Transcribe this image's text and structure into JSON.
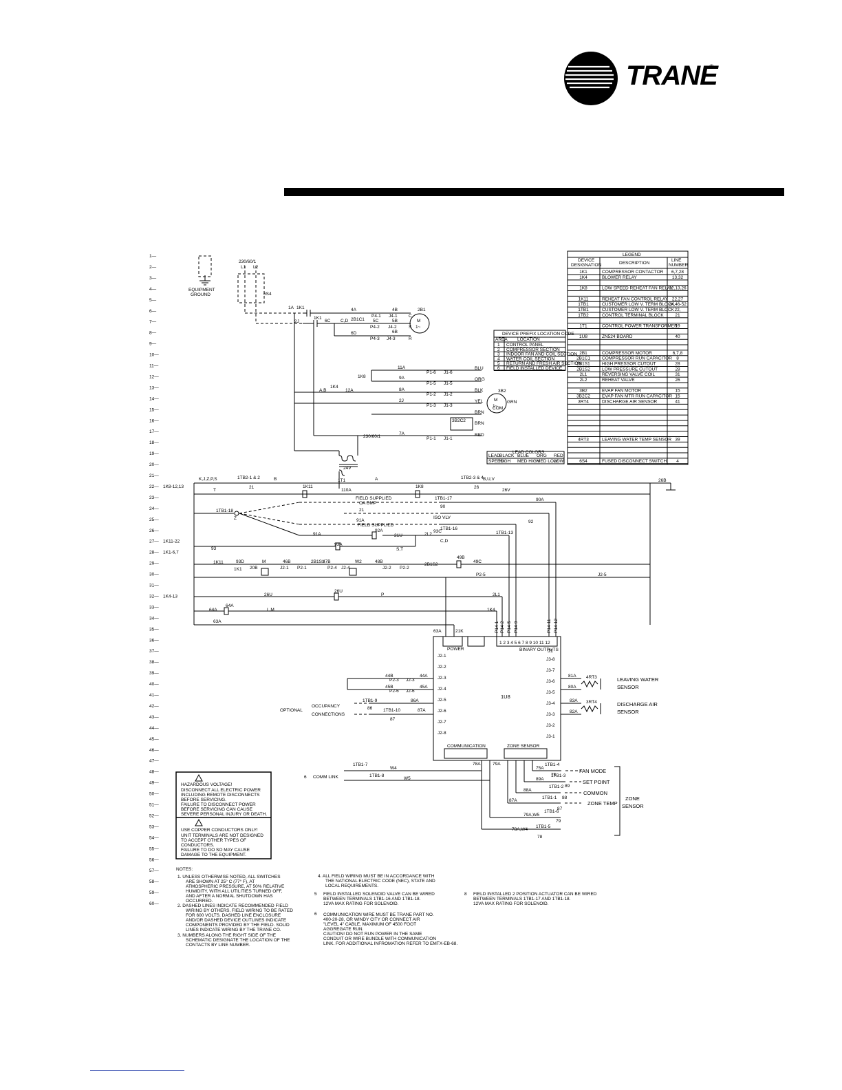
{
  "brand": {
    "name": "TRANE",
    "reg_mark": "®",
    "colors": {
      "logo": "#000000",
      "rule": "#000000",
      "footer_link": "#4a5fb8"
    }
  },
  "line_numbers": [
    "1",
    "2",
    "3",
    "4",
    "5",
    "6",
    "7",
    "8",
    "9",
    "10",
    "11",
    "12",
    "13",
    "14",
    "15",
    "16",
    "17",
    "18",
    "19",
    "20",
    "21",
    "22",
    "23",
    "24",
    "25",
    "26",
    "27",
    "28",
    "29",
    "30",
    "31",
    "32",
    "33",
    "34",
    "35",
    "36",
    "37",
    "38",
    "39",
    "40",
    "41",
    "42",
    "43",
    "44",
    "45",
    "46",
    "47",
    "48",
    "49",
    "50",
    "51",
    "52",
    "53",
    "54",
    "55",
    "56",
    "57",
    "58",
    "59",
    "60"
  ],
  "line_refs": [
    {
      "line": "22",
      "text": "1K8-12,13"
    },
    {
      "line": "27",
      "text": "1K11-22"
    },
    {
      "line": "28",
      "text": "1K1-6,7"
    },
    {
      "line": "32",
      "text": "1K4-13"
    }
  ],
  "power": {
    "supply": "230/60/1",
    "l1": "L1",
    "l2": "L2",
    "disconnect": "6S4",
    "ground": "EQUIPMENT GROUND",
    "transformer_in": "230/60/1",
    "transformer_out": "24V",
    "transformer": "1T1"
  },
  "labels": {
    "wires": [
      "1A",
      "1K1",
      "4A",
      "4B",
      "2B1",
      "M",
      "P4-1",
      "J4-1",
      "C",
      "2J",
      "1K1",
      "6C",
      "C,D",
      "2B1C1",
      "5C",
      "5B",
      "P4-2",
      "J4-2",
      "S",
      "6D",
      "6B",
      "P4-3",
      "J4-3",
      "R",
      "11A",
      "P1-6",
      "J1-6",
      "BLU",
      "1K8",
      "9A",
      "P1-5",
      "J1-5",
      "ORG",
      "A,B",
      "1K4",
      "12A",
      "8A",
      "P1-2",
      "J1-2",
      "BLK",
      "3B2",
      "2J",
      "YEL",
      "P1-3",
      "J1-3",
      "BRN",
      "3B2C2",
      "BRN",
      "7A",
      "P1-1",
      "J1-1",
      "RED",
      "GRN",
      "COM"
    ],
    "ctrl": [
      "K,J,Z,P,S",
      "1TB2-1 & 2",
      "B",
      "21",
      "A",
      "1TB2-3 & 4",
      "B,U,V",
      "26",
      "26B",
      "T",
      "1K11",
      "110A",
      "1K8",
      "26V",
      "FIELD SUPPLIED",
      "OA DMP",
      "1TB1-17",
      "90",
      "90A",
      "1TB1-18",
      "Z",
      "21",
      "91A",
      "FIELD SUPPLIED",
      "ISO VLV",
      "1TB1-16",
      "92",
      "91A",
      "92A",
      "21U",
      "2L2",
      "93C",
      "C,D",
      "1TB1-13",
      "93",
      "93A",
      "S,T",
      "1K11",
      "93D",
      "M",
      "46B",
      "2B1S1",
      "47B",
      "W2",
      "48B",
      "2B1S2",
      "49B",
      "49C",
      "1K1",
      "20B",
      "J2-1",
      "P2-1",
      "P2-4",
      "J2-4",
      "J2-2",
      "P2-2",
      "P2-5",
      "J2-5",
      "26U",
      "26U",
      "P",
      "2L1",
      "64A",
      "64A",
      "L,M",
      "1K4",
      "63A",
      "63A",
      "21K",
      "26U",
      "21K"
    ]
  },
  "board": {
    "name": "1U8",
    "j1": "J1",
    "j1_pins": "1 2 3 4 5 6 7 8 9 10 11 12",
    "power_label": "POWER",
    "j1_label": "BINARY OUTPUTS",
    "comm_label": "COMMUNICATION",
    "zone_label": "ZONE SENSOR",
    "j2": [
      "J2-1",
      "J2-2",
      "J2-3",
      "J2-4",
      "J2-5",
      "J2-6",
      "J2-7",
      "J2-8"
    ],
    "j3": [
      "J3-8",
      "J3-7",
      "J3-6",
      "J3-5",
      "J3-4",
      "J3-3",
      "J3-2",
      "J3-1"
    ],
    "p14": [
      "P14-1",
      "P14-2",
      "P14-5",
      "P14-9",
      "P14-11",
      "P14-12"
    ]
  },
  "inputs": {
    "w44": "44B",
    "p23": "P2-3",
    "j23": "J2-3",
    "w44a": "44A",
    "w45": "45B",
    "p26": "P2-6",
    "j26": "J2-6",
    "w45a": "45A",
    "tb19": "1TB1-9",
    "n86": "86",
    "w86a": "86A",
    "tb110": "1TB1-10",
    "n87": "87",
    "w87a": "87A",
    "optional": "OPTIONAL",
    "occ1": "OCCUPANCY",
    "occ2": "CONNECTIONS"
  },
  "sensors": {
    "w81a": "81A",
    "w80a": "80A",
    "lwt": "4RT3",
    "lwt_label1": "LEAVING WATER",
    "lwt_label2": "SENSOR",
    "w83a": "83A",
    "w82a": "82A",
    "dat": "3RT4",
    "dat_label1": "DISCHARGE AIR",
    "dat_label2": "SENSOR"
  },
  "zone": {
    "tb17": "1TB1-7",
    "w4": "W4",
    "tb18": "1TB1-8",
    "w5": "W5",
    "comm_link": "COMM LINK",
    "note6": "6",
    "w78a": "78A",
    "w79a": "79A",
    "w75a": "75A",
    "tb14": "1TB1-4",
    "n75": "75",
    "fan_mode": "FAN MODE",
    "w89a": "89A",
    "tb13": "1TB1-3",
    "n89": "89",
    "set_point": "SET POINT",
    "w88a": "88A",
    "tb12": "1TB1-2",
    "n88": "88",
    "common": "COMMON",
    "w87a": "87A",
    "tb11": "1TB1-1",
    "n87": "87",
    "zone_temp": "ZONE TEMP",
    "w79aw5": "79A,W5",
    "tb16": "1TB1-6",
    "n79": "79",
    "w78aw4": "78A,W4",
    "tb15": "1TB1-5",
    "n78": "78",
    "zone_label1": "ZONE",
    "zone_label2": "SENSOR"
  },
  "legend": {
    "title": "LEGEND",
    "headers": [
      "DEVICE DESIGNATION",
      "DESCRIPTION",
      "LINE NUMBER"
    ],
    "rows": [
      [
        "1K1",
        "COMPRESSOR CONTACTOR",
        "6,7,28"
      ],
      [
        "1K4",
        "BLOWER RELAY",
        "13,32"
      ],
      [
        "",
        "",
        ""
      ],
      [
        "1K8",
        "LOW SPEED REHEAT FAN RELAY",
        "12,13,26"
      ],
      [
        "",
        "",
        ""
      ],
      [
        "1K11",
        "REHEAT FAN CONTROL RELAY",
        "22,27"
      ],
      [
        "1TB1",
        "CUSTOMER LOW V. TERM BLOCK",
        "24,46-52"
      ],
      [
        "1TB1",
        "CUSTOMER LOW V. TERM BLOCK",
        "22,"
      ],
      [
        "1TB2",
        "CONTROL TERMINAL BLOCK",
        "21"
      ],
      [
        "",
        "",
        ""
      ],
      [
        "1T1",
        "CONTROL POWER TRANSFORMER",
        "19"
      ],
      [
        "",
        "",
        ""
      ],
      [
        "1U8",
        "ZN524 BOARD",
        "40"
      ],
      [
        "",
        "",
        ""
      ],
      [
        "",
        "",
        ""
      ],
      [
        "2B1",
        "COMPRESSOR MOTOR",
        "6,7,8"
      ],
      [
        "2B1C1",
        "COMPRESSOR RUN CAPACITOR",
        "8"
      ],
      [
        "2B1S1",
        "HIGH PRESSOR CUTOUT",
        "28"
      ],
      [
        "2B1S2",
        "LOW PRESSURE CUTOUT",
        "28"
      ],
      [
        "2L1",
        "REVERSING VALVE COIL",
        "31"
      ],
      [
        "2L2",
        "REHEAT VALVE",
        "26"
      ],
      [
        "",
        "",
        ""
      ],
      [
        "3B2",
        "EVAP FAN MOTOR",
        "15"
      ],
      [
        "3B2C2",
        "EVAP FAN MTR RUN CAPACITOR",
        "15"
      ],
      [
        "3RT4",
        "DISCHARGE AIR SENSOR",
        "41"
      ],
      [
        "",
        "",
        ""
      ],
      [
        "",
        "",
        ""
      ],
      [
        "",
        "",
        ""
      ],
      [
        "",
        "",
        ""
      ],
      [
        "",
        "",
        ""
      ],
      [
        "",
        "",
        ""
      ],
      [
        "4RT3",
        "LEAVING WATER TEMP SENSOR",
        "39"
      ],
      [
        "",
        "",
        ""
      ],
      [
        "",
        "",
        ""
      ],
      [
        "",
        "",
        ""
      ],
      [
        "6S4",
        "FUSED DISCONNECT SWITCH",
        "4"
      ]
    ]
  },
  "location_codes": {
    "title": "DEVICE PREFIX LOCATION CODE",
    "headers": [
      "AREA",
      "LOCATION"
    ],
    "rows": [
      [
        "1",
        "CONTROL PANEL"
      ],
      [
        "2",
        "COMPRESSOR SECTION"
      ],
      [
        "3",
        "INDOOR FAN AND COIL SECTION"
      ],
      [
        "4",
        "WATER COIL SECTION"
      ],
      [
        "5",
        "RETURN AND FRESH AIR SECTION"
      ],
      [
        "6",
        "FIELD INSTALLED DEVICE"
      ]
    ]
  },
  "lead_colors": {
    "title": "LEAD COLORS",
    "row1": [
      "LEAD",
      "BLACK",
      "BLUE",
      "ORG",
      "RED"
    ],
    "row2": [
      "SPEED",
      "HIGH",
      "MED HIGH",
      "MED LOW",
      "LOW"
    ]
  },
  "warnings": {
    "w1_title": "HAZARDOUS VOLTAGE!",
    "w1_lines": [
      "DISCONNECT ALL ELECTRIC POWER",
      "INCLUDING REMOTE DISCONNECTS",
      "BEFORE SERVICING.",
      "FAILURE TO DISCONNECT POWER",
      "BEFORE SERVICING CAN CAUSE",
      "SEVERE PERSONAL INJURY OR DEATH."
    ],
    "w2_title": "USE COPPER CONDUCTORS ONLY!",
    "w2_lines": [
      "UNIT TERMINALS ARE NOT DESIGNED",
      "TO ACCEPT OTHER TYPES OF",
      "CONDUCTORS.",
      "FAILURE TO DO SO MAY CAUSE",
      "DAMAGE TO THE EQUIPMENT."
    ]
  },
  "notes": {
    "title": "NOTES:",
    "n1": [
      "1. UNLESS OTHERWISE NOTED, ALL SWITCHES",
      "ARE SHOWN AT 25° C (77° F), AT",
      "ATMOSPHERIC PRESSURE, AT 50% RELATIVE",
      "HUMIDITY, WITH ALL UTILITIES TURNED OFF,",
      "AND AFTER A NORMAL SHUTDOWN HAS",
      "OCCURRED."
    ],
    "n2": [
      "2. DASHED LINES INDICATE RECOMMENDED FIELD",
      "WIRING BY OTHERS. FIELD WIRING TO BE RATED",
      "FOR 600 VOLTS. DASHED LINE ENCLOSURE",
      "AND/OR DASHED DEVICE OUTLINES INDICATE",
      "COMPONENTS PROVIDED BY THE FIELD. SOLID",
      "LINES INDICATE WIRING BY THE TRANE CO."
    ],
    "n3": [
      "3. NUMBERS ALONG THE RIGHT SIDE OF THE",
      "SCHEMATIC DESIGNATE THE LOCATION OF THE",
      "CONTACTS BY LINE NUMBER."
    ],
    "n4": [
      "4. ALL FIELD WIRING MUST BE IN ACCORDANCE WITH",
      "THE NATIONAL ELECTRIC CODE (NEC), STATE AND",
      "LOCAL REQUIREMENTS."
    ],
    "n5_tag": "5",
    "n5": [
      "FIELD INSTALLED SOLENOID VALVE CAN BE WIRED",
      "BETWEEN TERMINALS 1TB1-16 AND 1TB1-18.",
      "12VA MAX RATING FOR SOLENOID."
    ],
    "n6_tag": "6",
    "n6": [
      "COMMUNICATION WIRE MUST BE TRANE PART NO.",
      "400-20-28, OR WINDY CITY OR CONNECT AIR",
      "\"LEVEL 4\" CABLE, MAXIMUM OF 4500 FOOT",
      "AGGREGATE RUN.",
      "CAUTION! DO NOT RUN POWER IN THE SAME",
      "CONDUIT OR WIRE BUNDLE WITH COMMUNICATION",
      "LINK. FOR ADDITIONAL INFROMATION REFER TO EMTX-EB-68."
    ],
    "n8_tag": "8",
    "n8": [
      "FIELD INSTALLED 2 POSITION ACTUATOR CAN BE WIRED",
      "BETWEEN TERMINALS 1TB1-17 AND 1TB1-18.",
      "12VA MAX RATING FOR SOLENOID."
    ]
  }
}
